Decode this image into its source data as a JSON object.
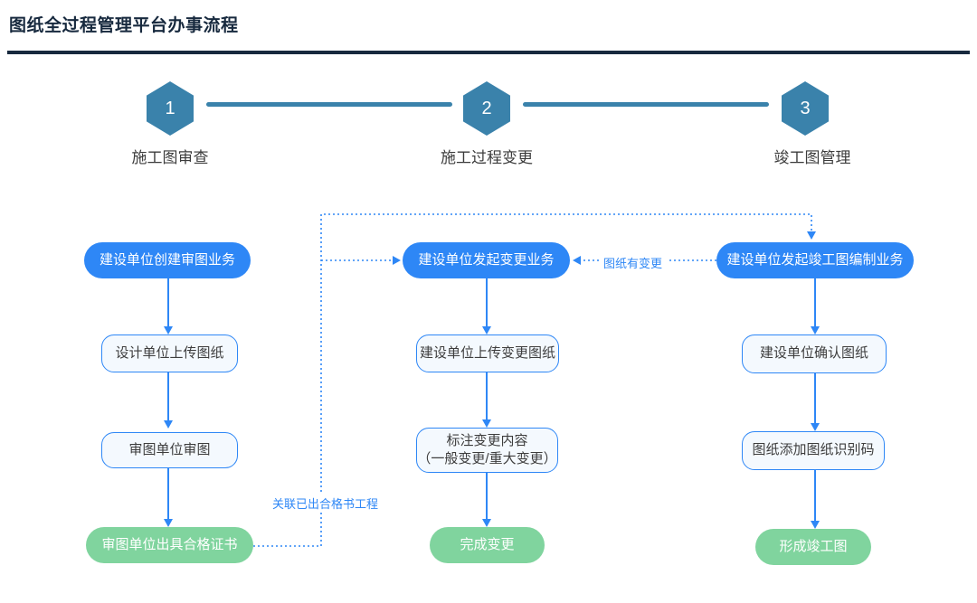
{
  "header": {
    "title": "图纸全过程管理平台办事流程"
  },
  "steps": [
    {
      "number": "1",
      "label": "施工图审查"
    },
    {
      "number": "2",
      "label": "施工过程变更"
    },
    {
      "number": "3",
      "label": "竣工图管理"
    }
  ],
  "flow": {
    "columns": [
      {
        "nodes": [
          {
            "type": "primary",
            "label": "建设单位创建审图业务"
          },
          {
            "type": "secondary",
            "label": "设计单位上传图纸"
          },
          {
            "type": "secondary",
            "label": "审图单位审图"
          },
          {
            "type": "success",
            "label": "审图单位出具合格证书"
          }
        ]
      },
      {
        "nodes": [
          {
            "type": "primary",
            "label": "建设单位发起变更业务"
          },
          {
            "type": "secondary",
            "label": "建设单位上传变更图纸"
          },
          {
            "type": "secondary",
            "label_line1": "标注变更内容",
            "label_line2": "（一般变更/重大变更）"
          },
          {
            "type": "success",
            "label": "完成变更"
          }
        ]
      },
      {
        "nodes": [
          {
            "type": "primary",
            "label": "建设单位发起竣工图编制业务"
          },
          {
            "type": "secondary",
            "label": "建设单位确认图纸"
          },
          {
            "type": "secondary",
            "label": "图纸添加图纸识别码"
          },
          {
            "type": "success",
            "label": "形成竣工图"
          }
        ]
      }
    ],
    "edges": {
      "cert_link_label": "关联已出合格书工程",
      "drawing_changed_label": "图纸有变更"
    }
  },
  "colors": {
    "accent_blue": "#2E87F6",
    "step_teal": "#3A82AB",
    "success_green": "#80D49E",
    "header_dark": "#17293E"
  }
}
